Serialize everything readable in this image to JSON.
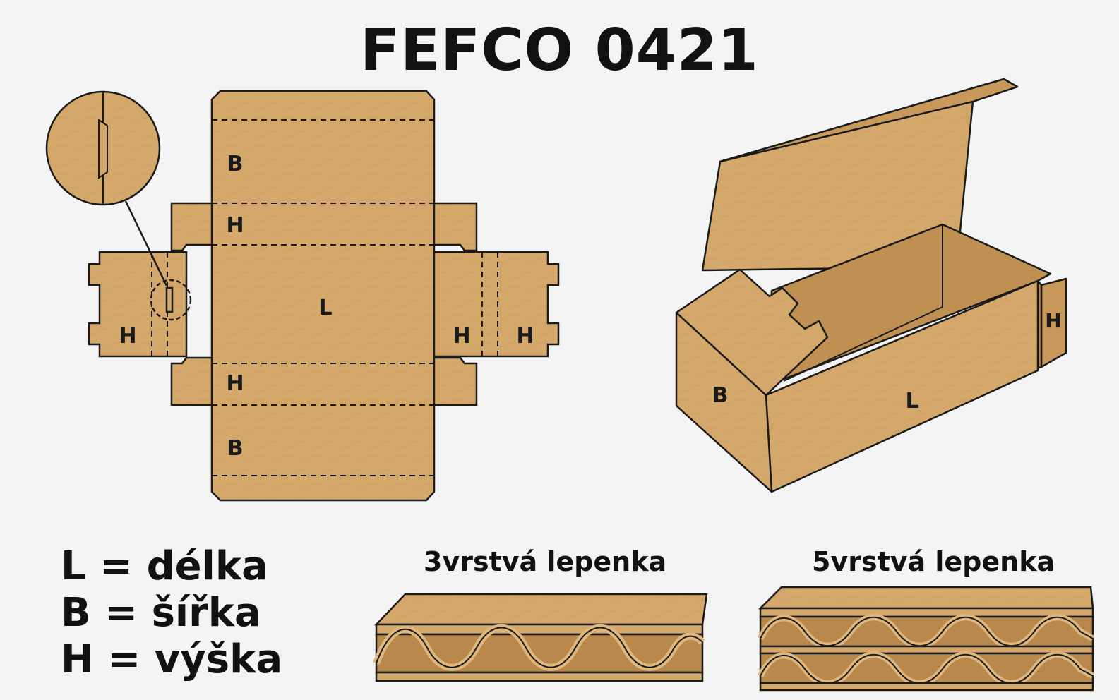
{
  "title": "FEFCO 0421",
  "net_labels": {
    "top_b": "B",
    "top_h": "H",
    "center_l": "L",
    "bottom_h": "H",
    "bottom_b": "B",
    "left_h": "H",
    "right_h_inner": "H",
    "right_h_outer": "H"
  },
  "box_labels": {
    "front_l": "L",
    "side_b": "B",
    "end_h": "H"
  },
  "legend": [
    {
      "key": "L",
      "text": "L = délka"
    },
    {
      "key": "B",
      "text": "B = šířka"
    },
    {
      "key": "H",
      "text": "H = výška"
    }
  ],
  "boards": {
    "three_layer": "3vrstvá lepenka",
    "five_layer": "5vrstvá lepenka"
  },
  "colors": {
    "kraft": "#d4a76a",
    "kraft_dark": "#b8884c",
    "outline": "#1a1a1a"
  }
}
